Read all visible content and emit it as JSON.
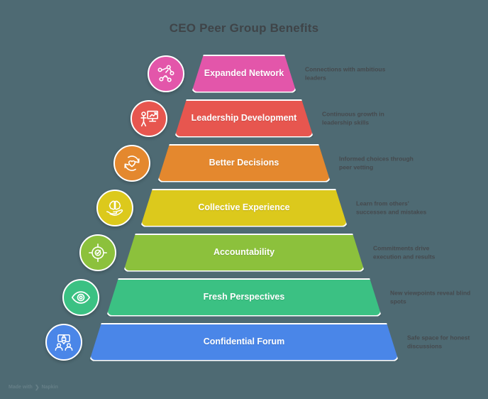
{
  "title": "CEO Peer Group Benefits",
  "background_color": "#4e6a73",
  "title_color": "#3f4448",
  "caption_color": "#45494d",
  "watermark": {
    "prefix": "Made with",
    "chevron": "❯",
    "brand": "Napkin"
  },
  "chart_data": {
    "type": "pyramid",
    "title": "CEO Peer Group Benefits",
    "orientation": "top-narrow",
    "levels": 7,
    "tiers": [
      {
        "rank": 1,
        "label": "Expanded Network",
        "caption": "Connections with ambitious leaders",
        "color": "#e356aa",
        "icon": "network-nodes-icon",
        "top_width": 114,
        "bottom_width": 148
      },
      {
        "rank": 2,
        "label": "Leadership Development",
        "caption": "Continuous growth in leadership skills",
        "color": "#e7564f",
        "icon": "presentation-chart-person-icon",
        "top_width": 162,
        "bottom_width": 196
      },
      {
        "rank": 3,
        "label": "Better Decisions",
        "caption": "Informed choices through peer vetting",
        "color": "#e4882e",
        "icon": "heart-refresh-cycle-icon",
        "top_width": 210,
        "bottom_width": 244
      },
      {
        "rank": 4,
        "label": "Collective Experience",
        "caption": "Learn from others' successes and mistakes",
        "color": "#dcc91c",
        "icon": "hand-holding-brain-icon",
        "top_width": 258,
        "bottom_width": 292
      },
      {
        "rank": 5,
        "label": "Accountability",
        "caption": "Commitments drive execution and results",
        "color": "#8cc13c",
        "icon": "target-check-icon",
        "top_width": 306,
        "bottom_width": 340
      },
      {
        "rank": 6,
        "label": "Fresh Perspectives",
        "caption": "New viewpoints reveal blind spots",
        "color": "#3bc183",
        "icon": "eye-icon",
        "top_width": 354,
        "bottom_width": 388
      },
      {
        "rank": 7,
        "label": "Confidential Forum",
        "caption": "Safe space for honest discussions",
        "color": "#4a86e8",
        "icon": "lock-speech-people-icon",
        "top_width": 402,
        "bottom_width": 436
      }
    ]
  }
}
